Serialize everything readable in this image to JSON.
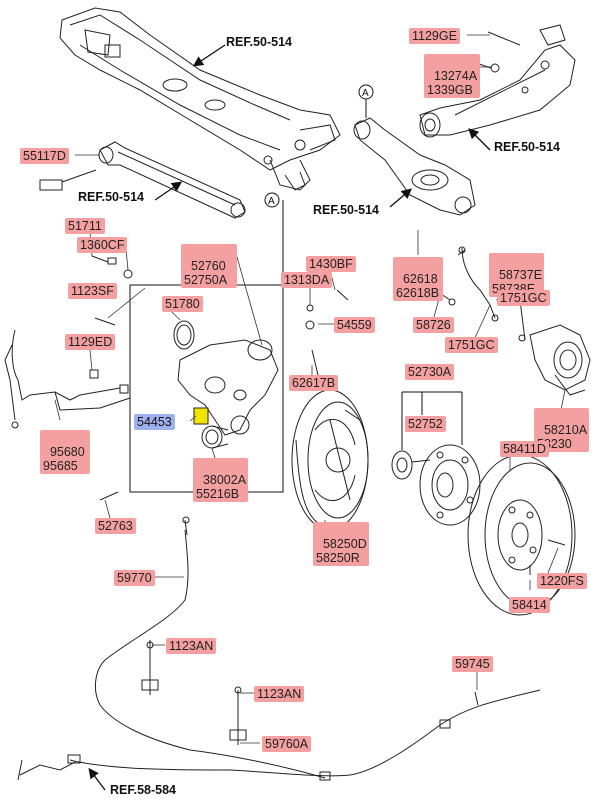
{
  "labels": {
    "p1129GE": "1129GE",
    "p13274A": "13274A",
    "p1339GB": "1339GB",
    "ref50514_a": "REF.50-514",
    "ref50514_b": "REF.50-514",
    "ref50514_c": "REF.50-514",
    "ref50514_d": "REF.50-514",
    "ref58584": "REF.58-584",
    "p55117D": "55117D",
    "p51711": "51711",
    "p1360CF": "1360CF",
    "p52760": "52760",
    "p52750A": "52750A",
    "p1430BF": "1430BF",
    "p1313DA": "1313DA",
    "p62618": "62618",
    "p62618B": "62618B",
    "p58737E": "58737E",
    "p58738E": "58738E",
    "p1123SF": "1123SF",
    "p51780": "51780",
    "p54559": "54559",
    "p58726": "58726",
    "p1751GC_a": "1751GC",
    "p1751GC_b": "1751GC",
    "p1129ED": "1129ED",
    "p62617B": "62617B",
    "p52730A": "52730A",
    "p54453": "54453",
    "p52752": "52752",
    "p58210A": "58210A",
    "p58230": "58230",
    "p95680": "95680",
    "p95685": "95685",
    "p38002A": "38002A",
    "p55216B": "55216B",
    "p58411D": "58411D",
    "p52763": "52763",
    "p58250D": "58250D",
    "p58250R": "58250R",
    "p1220FS": "1220FS",
    "p59770": "59770",
    "p58414": "58414",
    "p1123AN_a": "1123AN",
    "p1123AN_b": "1123AN",
    "p59745": "59745",
    "p59760A": "59760A",
    "markerA1": "A",
    "markerA2": "A"
  },
  "colors": {
    "label_pink": "#f5a0a0",
    "label_blue": "#9fb0ee",
    "highlight_yellow": "#f2e600"
  }
}
